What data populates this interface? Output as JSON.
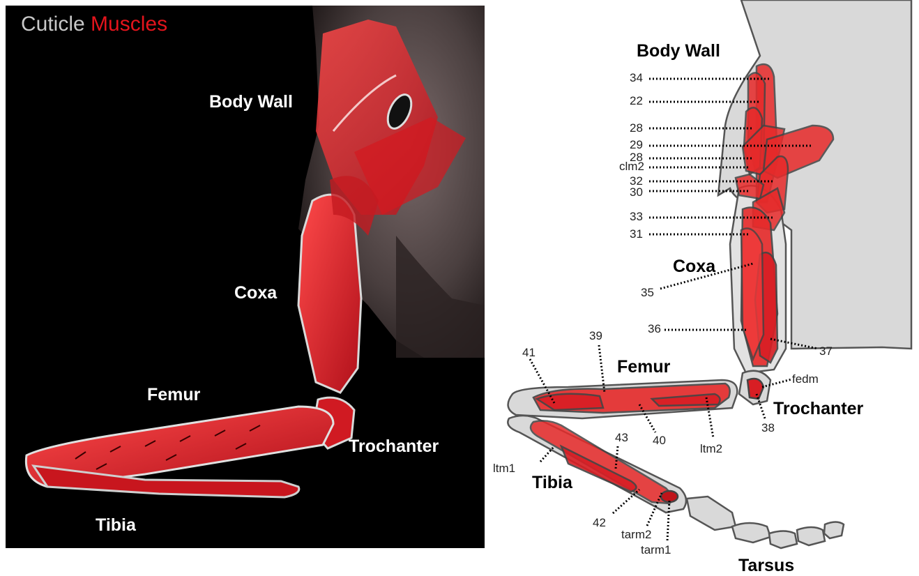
{
  "legend": {
    "cuticle": "Cuticle",
    "muscles": "Muscles"
  },
  "colors": {
    "muscle": "#e4141c",
    "cuticle": "#d3d3d3",
    "photo_background": "#000000"
  },
  "photo_labels": {
    "body_wall": "Body Wall",
    "coxa": "Coxa",
    "femur": "Femur",
    "trochanter": "Trochanter",
    "tibia": "Tibia"
  },
  "diagram_labels": {
    "body_wall": "Body Wall",
    "coxa": "Coxa",
    "femur": "Femur",
    "trochanter": "Trochanter",
    "tibia": "Tibia",
    "tarsus": "Tarsus"
  },
  "muscle_labels": {
    "m34": "34",
    "m22": "22",
    "m28a": "28",
    "m29": "29",
    "m28b": "28",
    "clm2": "clm2",
    "m32": "32",
    "m30": "30",
    "m33": "33",
    "m31": "31",
    "m35": "35",
    "m36": "36",
    "m37": "37",
    "m39": "39",
    "m41": "41",
    "fedm": "fedm",
    "m38": "38",
    "m40": "40",
    "ltm2": "ltm2",
    "m43": "43",
    "ltm1": "ltm1",
    "m42": "42",
    "tarm2": "tarm2",
    "tarm1": "tarm1"
  }
}
